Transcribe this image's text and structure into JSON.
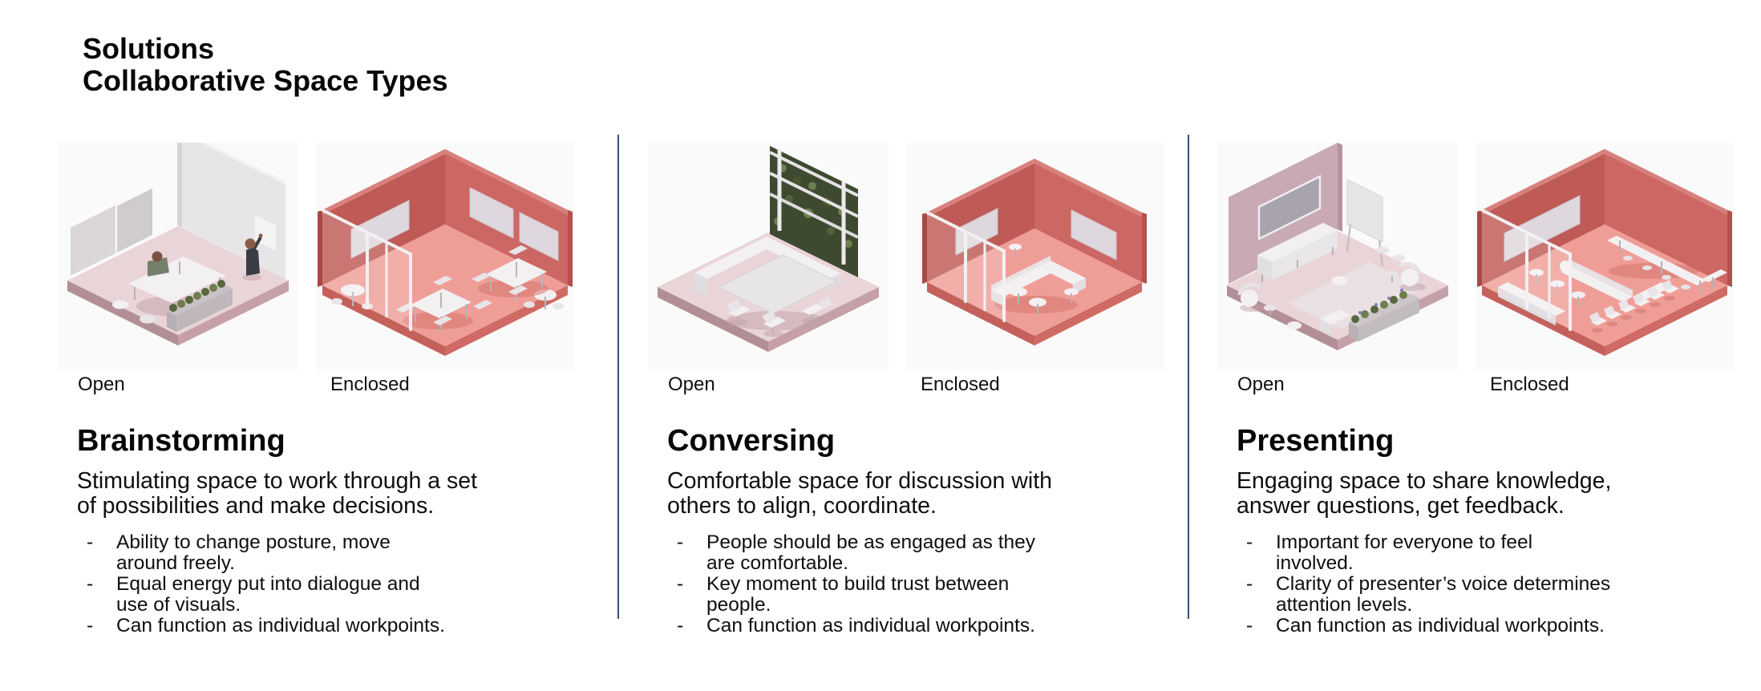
{
  "slide": {
    "title_line1": "Solutions",
    "title_line2": "Collaborative Space Types",
    "bullet_marker": "-"
  },
  "palette": {
    "divider_blue": "#30537c",
    "text_black": "#0f0f0f",
    "open_room_floor_pink": "#e9d4d8",
    "open_room_wall_white": "#e7e5e7",
    "presenting_wall_mauve": "#c9a9b3",
    "enclosed_wall_left_red": "#bf5a56",
    "enclosed_wall_right_red": "#cd6763",
    "enclosed_floor_salmon": "#ef9e97",
    "whiteboard_gray": "#ded7dd",
    "furniture_white": "#f3f0f2",
    "plant_green": "#57673f"
  },
  "columns": [
    {
      "heading": "Brainstorming",
      "description": "Stimulating space to work through a set of possibilities and make decisions.",
      "bullets": [
        "Ability to change posture, move around freely.",
        "Equal energy put into dialogue and use of visuals.",
        "Can function as individual workpoints."
      ],
      "figures": [
        {
          "label": "Open",
          "illustration": "open-brainstorming-room"
        },
        {
          "label": "Enclosed",
          "illustration": "enclosed-brainstorming-room"
        }
      ]
    },
    {
      "heading": "Conversing",
      "description": "Comfortable space for discussion with others to align, coordinate.",
      "bullets": [
        "People should be as engaged as they are comfortable.",
        "Key moment to build trust between people.",
        "Can function as individual workpoints."
      ],
      "figures": [
        {
          "label": "Open",
          "illustration": "open-conversing-room"
        },
        {
          "label": "Enclosed",
          "illustration": "enclosed-conversing-room"
        }
      ]
    },
    {
      "heading": "Presenting",
      "description": "Engaging space to share knowledge, answer questions, get feedback.",
      "bullets": [
        "Important for everyone to feel involved.",
        "Clarity of presenter’s voice determines attention levels.",
        "Can function as individual workpoints."
      ],
      "figures": [
        {
          "label": "Open",
          "illustration": "open-presenting-room"
        },
        {
          "label": "Enclosed",
          "illustration": "enclosed-presenting-room"
        }
      ]
    }
  ]
}
